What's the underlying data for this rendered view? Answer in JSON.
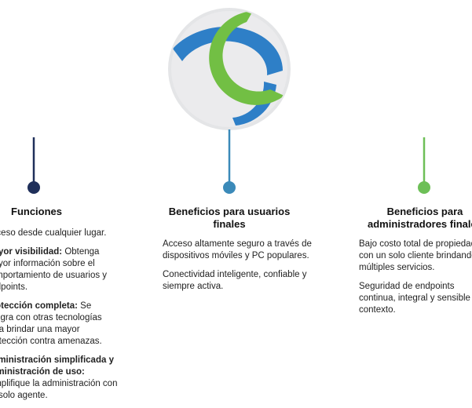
{
  "logo": {
    "name": "circular-logo",
    "colors": {
      "circle": "#e2e3e5",
      "blue": "#2e7fc7",
      "green": "#72bf44"
    }
  },
  "tree": {
    "colors": {
      "left": "#1f2f5a",
      "middle": "#3b8ab9",
      "right": "#6dbf57"
    }
  },
  "columns": [
    {
      "title": "Funciones",
      "items": [
        {
          "bold": "",
          "text": "Acceso desde cualquier lugar."
        },
        {
          "bold": "Mayor visibilidad:",
          "text": " Obtenga mayor información sobre el comportamiento de usuarios y endpoints."
        },
        {
          "bold": "Protección completa:",
          "text": " Se integra con otras tecnologías para brindar una mayor protección contra amenazas."
        },
        {
          "bold": "Administración simplificada y administración de uso:",
          "text": " Simplifique la administración con un solo agente."
        }
      ]
    },
    {
      "title": "Beneficios para usuarios finales",
      "items": [
        {
          "bold": "",
          "text": "Acceso altamente seguro a través de dispositivos móviles y PC populares."
        },
        {
          "bold": "",
          "text": "Conectividad inteligente, confiable y siempre activa."
        }
      ]
    },
    {
      "title": "Beneficios para administradores finales",
      "items": [
        {
          "bold": "",
          "text": "Bajo costo total de propiedad con un solo cliente brindando múltiples servicios."
        },
        {
          "bold": "",
          "text": "Seguridad de endpoints continua, integral y sensible al contexto."
        }
      ]
    }
  ]
}
